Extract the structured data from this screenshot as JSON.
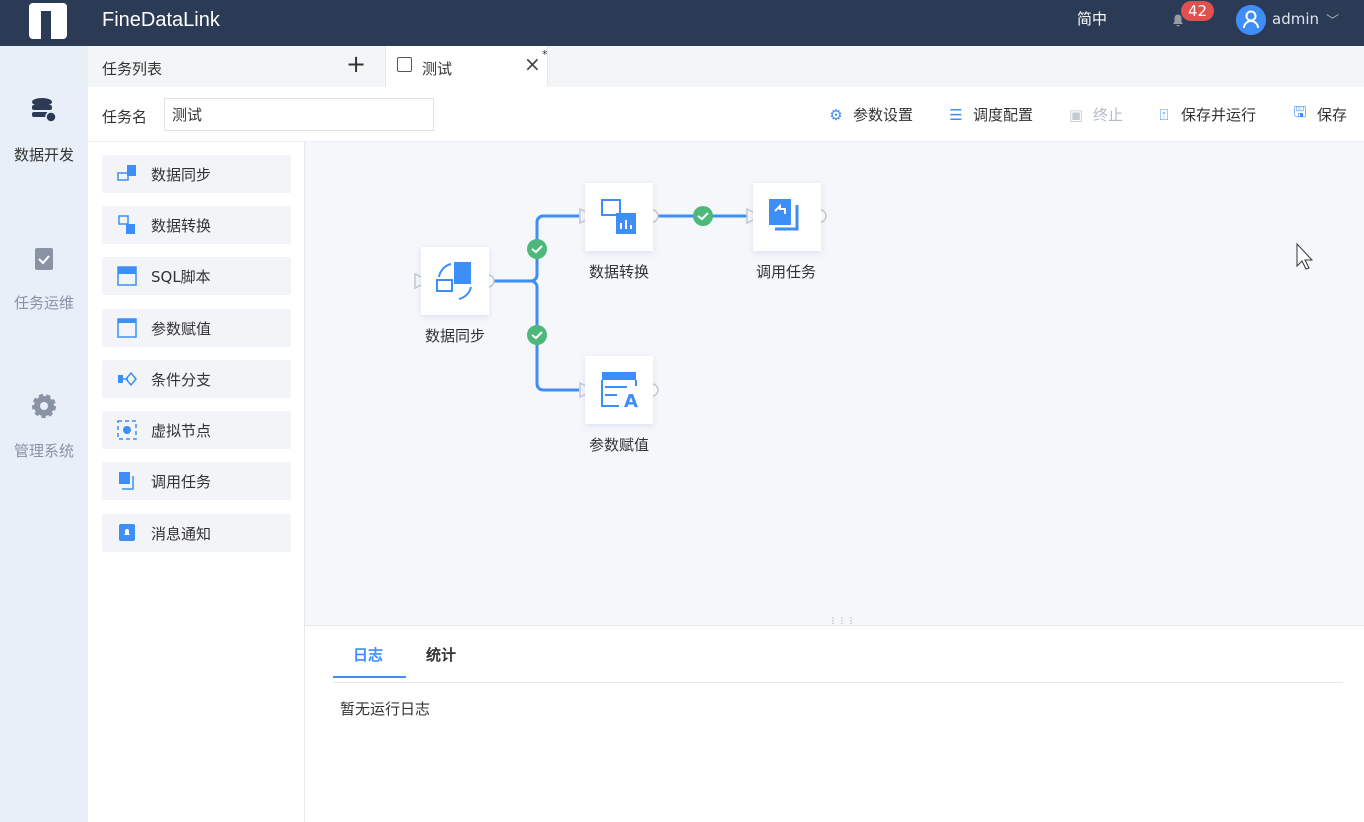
{
  "header": {
    "app_title": "FineDataLink",
    "language": "简中",
    "notification_count": "42",
    "user": "admin"
  },
  "rail": [
    {
      "label": "数据开发",
      "icon": "database-icon"
    },
    {
      "label": "任务运维",
      "icon": "clipboard-check-icon"
    },
    {
      "label": "管理系统",
      "icon": "gear-icon"
    }
  ],
  "tabs": {
    "list_label": "任务列表",
    "add": "+",
    "active": {
      "label": "测试",
      "modified": "*",
      "close": "×"
    }
  },
  "toolbar": {
    "task_name_label": "任务名",
    "task_name_value": "测试",
    "buttons": [
      {
        "label": "参数设置"
      },
      {
        "label": "调度配置"
      },
      {
        "label": "终止",
        "disabled": true
      },
      {
        "label": "保存并运行"
      },
      {
        "label": "保存"
      }
    ]
  },
  "palette": [
    {
      "label": "数据同步"
    },
    {
      "label": "数据转换"
    },
    {
      "label": "SQL脚本"
    },
    {
      "label": "参数赋值"
    },
    {
      "label": "条件分支"
    },
    {
      "label": "虚拟节点"
    },
    {
      "label": "调用任务"
    },
    {
      "label": "消息通知"
    }
  ],
  "canvas": {
    "nodes": [
      {
        "label": "数据同步"
      },
      {
        "label": "数据转换"
      },
      {
        "label": "调用任务"
      },
      {
        "label": "参数赋值"
      }
    ]
  },
  "log": {
    "tabs": [
      "日志",
      "统计"
    ],
    "empty_text": "暂无运行日志"
  },
  "colors": {
    "header": "#2c3b55",
    "accent": "#3e8ef7",
    "success": "#4cb97a"
  }
}
